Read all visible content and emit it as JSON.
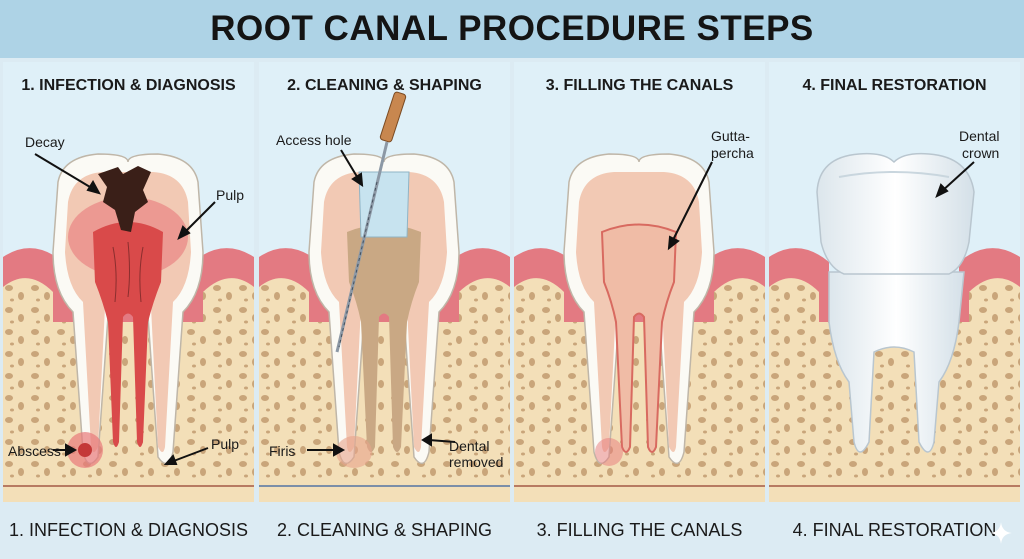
{
  "title": "ROOT CANAL PROCEDURE STEPS",
  "panels": [
    {
      "heading": "1. INFECTION & DIAGNOSIS",
      "labels": {
        "decay": "Decay",
        "pulp_top": "Pulp",
        "abscess": "Abscess",
        "pulp_bottom": "Pulp"
      }
    },
    {
      "heading": "2. CLEANING & SHAPING",
      "labels": {
        "access": "Access hole",
        "firis": "Firis",
        "dental_removed_1": "Dental",
        "dental_removed_2": "removed"
      }
    },
    {
      "heading": "3. FILLING THE CANALS",
      "labels": {
        "gutta_1": "Gutta-",
        "gutta_2": "percha"
      }
    },
    {
      "heading": "4. FINAL RESTORATION",
      "labels": {
        "crown_1": "Dental",
        "crown_2": "crown"
      }
    }
  ],
  "footer": [
    "1. INFECTION & DIAGNOSIS",
    "2. CLEANING & SHAPING",
    "3. FILLING THE CANALS",
    "4. FINAL RESTORATION"
  ],
  "colors": {
    "title_bg": "#aed3e6",
    "panel_bg": "#dff0f8",
    "gum": "#e37a82",
    "bone": "#f3dfb8",
    "enamel": "#fbfaf5",
    "dentin": "#f2c9b4",
    "pulp_infected": "#d94a4a",
    "decay": "#3a1f18"
  }
}
